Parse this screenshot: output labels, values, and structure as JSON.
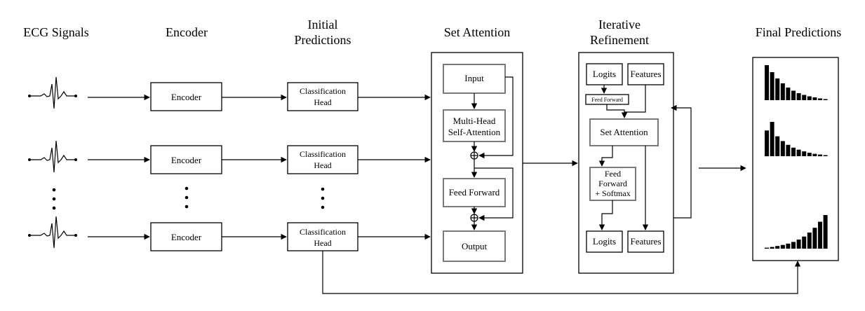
{
  "headers": {
    "ecg": "ECG Signals",
    "encoder": "Encoder",
    "initial_1": "Initial",
    "initial_2": "Predictions",
    "set_attention": "Set Attention",
    "iterative_1": "Iterative",
    "iterative_2": "Refinement",
    "final": "Final Predictions"
  },
  "encoder_label": "Encoder",
  "classification_head": [
    "Classification",
    "Head"
  ],
  "set_attention_block": {
    "input": "Input",
    "mhsa": [
      "Multi-Head",
      "Self-Attention"
    ],
    "feed_forward": "Feed Forward",
    "output": "Output"
  },
  "refinement_block": {
    "logits": "Logits",
    "features": "Features",
    "feed_forward_small": "Feed Forward",
    "set_attention": "Set Attention",
    "ff_softmax": [
      "Feed",
      "Forward",
      "+ Softmax"
    ],
    "logits_out": "Logits",
    "features_out": "Features"
  },
  "final_bars": [
    [
      1.0,
      0.8,
      0.62,
      0.48,
      0.36,
      0.27,
      0.2,
      0.15,
      0.11,
      0.08,
      0.05,
      0.03
    ],
    [
      0.75,
      1.0,
      0.58,
      0.44,
      0.33,
      0.25,
      0.19,
      0.14,
      0.1,
      0.07,
      0.05,
      0.03
    ],
    [
      0.03,
      0.05,
      0.08,
      0.11,
      0.15,
      0.2,
      0.27,
      0.36,
      0.48,
      0.62,
      0.8,
      1.0
    ]
  ]
}
